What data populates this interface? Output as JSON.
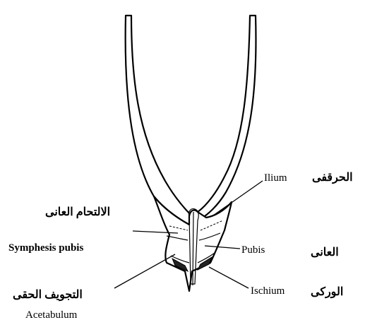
{
  "labels": {
    "ilium_en": "Ilium",
    "ilium_ar": "الحرقفى",
    "symphysis_ar": "الالتحام العانى",
    "symphysis_en": "Symphesis pubis",
    "pubis_en": "Pubis",
    "pubis_ar": "العانى",
    "acetabulum_ar": "التجويف الحقى",
    "acetabulum_en": "Acetabulum",
    "ischium_en": "Ischium",
    "ischium_ar": "الوركى"
  }
}
